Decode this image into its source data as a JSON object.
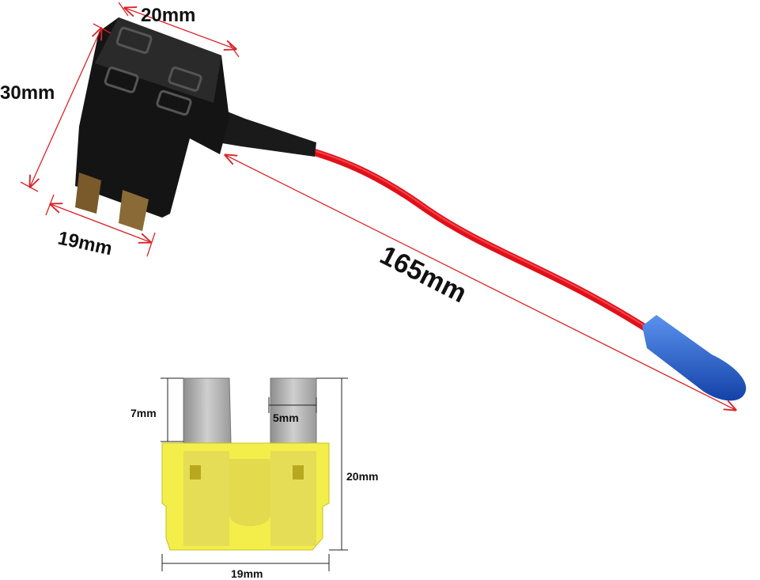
{
  "holder_dimensions": {
    "width": "20mm",
    "height": "30mm",
    "blade_span": "19mm",
    "wire_length": "165mm"
  },
  "fuse_dimensions": {
    "blade_length": "7mm",
    "blade_width": "5mm",
    "height": "20mm",
    "width": "19mm"
  },
  "colors": {
    "dimension_line": "#d9242b",
    "wire": "#e0101a",
    "holder": "#141414",
    "connector": "#1f5fd0",
    "fuse_body": "#f3ee4a",
    "blade": "#a8a8a8"
  }
}
